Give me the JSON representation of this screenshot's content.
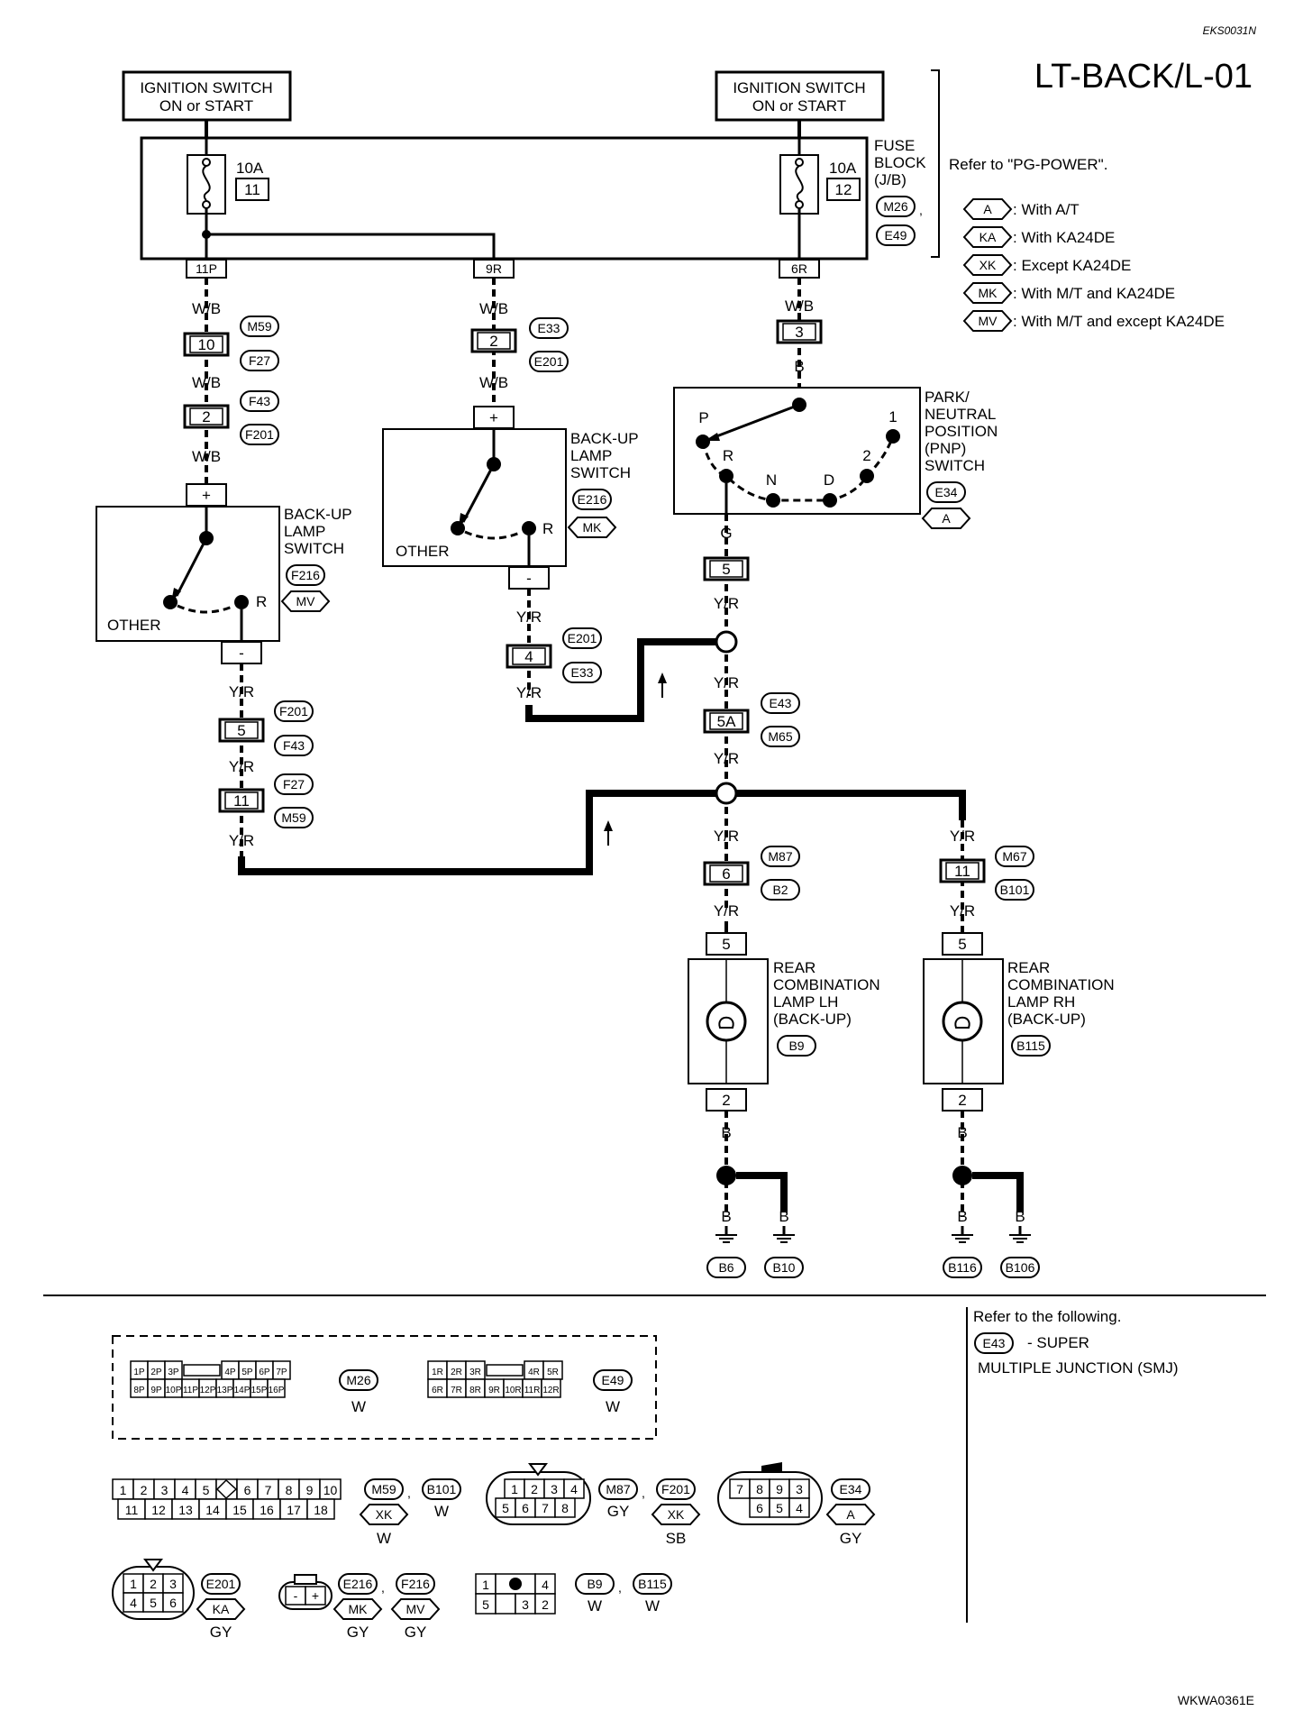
{
  "header": {
    "code": "EKS0031N",
    "title": "LT-BACK/L-01"
  },
  "footer": {
    "code": "WKWA0361E"
  },
  "power": {
    "left": {
      "line1": "IGNITION SWITCH",
      "line2": "ON or START"
    },
    "right": {
      "line1": "IGNITION SWITCH",
      "line2": "ON or START"
    },
    "refer": "Refer to \"PG-POWER\"."
  },
  "fuse_block": {
    "label": [
      "FUSE",
      "BLOCK",
      "(J/B)"
    ],
    "connectors": [
      "M26",
      "E49"
    ],
    "comma": ",",
    "fuses": [
      {
        "amp": "10A",
        "num": "11"
      },
      {
        "amp": "10A",
        "num": "12"
      }
    ],
    "pins": [
      "11P",
      "9R",
      "6R"
    ]
  },
  "legend": [
    {
      "code": "A",
      "text": ": With A/T"
    },
    {
      "code": "KA",
      "text": ": With KA24DE"
    },
    {
      "code": "XK",
      "text": ": Except KA24DE"
    },
    {
      "code": "MK",
      "text": ": With M/T and KA24DE"
    },
    {
      "code": "MV",
      "text": ": With M/T and except KA24DE"
    }
  ],
  "wires": {
    "wb": "W/B",
    "b": "B",
    "g": "G",
    "yr": "Y/R"
  },
  "connectors": {
    "c_10": {
      "pin": "10",
      "top": "M59",
      "bottom": "F27"
    },
    "c_2a": {
      "pin": "2",
      "top": "F43",
      "bottom": "F201"
    },
    "c_2b": {
      "pin": "2",
      "top": "E33",
      "bottom": "E201"
    },
    "c_3": {
      "pin": "3"
    },
    "c_5a": {
      "pin": "5"
    },
    "c_4": {
      "pin": "4",
      "top": "E201",
      "bottom": "E33"
    },
    "c_5b": {
      "pin": "5",
      "top": "F201",
      "bottom": "F43"
    },
    "c_11a": {
      "pin": "11",
      "top": "F27",
      "bottom": "M59"
    },
    "c_5A": {
      "pin": "5A",
      "top": "E43",
      "bottom": "M65"
    },
    "c_6": {
      "pin": "6",
      "top": "M87",
      "bottom": "B2"
    },
    "c_11b": {
      "pin": "11",
      "top": "M67",
      "bottom": "B101"
    },
    "c_5c": {
      "pin": "5"
    },
    "c_5d": {
      "pin": "5"
    },
    "c_2c": {
      "pin": "2"
    },
    "c_2d": {
      "pin": "2"
    }
  },
  "switch_left": {
    "label": [
      "BACK-UP",
      "LAMP",
      "SWITCH"
    ],
    "conn": "F216",
    "opt": "MV",
    "other": "OTHER",
    "r": "R",
    "plus": "+",
    "minus": "-"
  },
  "switch_mid": {
    "label": [
      "BACK-UP",
      "LAMP",
      "SWITCH"
    ],
    "conn": "E216",
    "opt": "MK",
    "other": "OTHER",
    "r": "R",
    "plus": "+",
    "minus": "-"
  },
  "pnp": {
    "label": [
      "PARK/",
      "NEUTRAL",
      "POSITION",
      "(PNP)",
      "SWITCH"
    ],
    "conn": "E34",
    "opt": "A",
    "pos": [
      "P",
      "R",
      "N",
      "D",
      "2",
      "1"
    ]
  },
  "lamp_lh": {
    "label": [
      "REAR",
      "COMBINATION",
      "LAMP LH",
      "(BACK-UP)"
    ],
    "conn": "B9"
  },
  "lamp_rh": {
    "label": [
      "REAR",
      "COMBINATION",
      "LAMP RH",
      "(BACK-UP)"
    ],
    "conn": "B115"
  },
  "grounds": [
    "B6",
    "B10",
    "B116",
    "B106"
  ],
  "refer_box": {
    "line1": "Refer to the following.",
    "code": "E43",
    "line2": "- SUPER",
    "line3": "MULTIPLE JUNCTION (SMJ)"
  },
  "connector_views": {
    "m26": {
      "row1": [
        "1P",
        "2P",
        "3P",
        "",
        "4P",
        "5P",
        "6P",
        "7P"
      ],
      "row2": [
        "8P",
        "9P",
        "10P",
        "11P",
        "12P",
        "13P",
        "14P",
        "15P",
        "16P"
      ],
      "conn": "M26",
      "color": "W"
    },
    "e49": {
      "row1": [
        "1R",
        "2R",
        "3R",
        "",
        "4R",
        "5R"
      ],
      "row2": [
        "6R",
        "7R",
        "8R",
        "9R",
        "10R",
        "11R",
        "12R"
      ],
      "conn": "E49",
      "color": "W"
    },
    "m59": {
      "row1": [
        "1",
        "2",
        "3",
        "4",
        "5",
        "",
        "6",
        "7",
        "8",
        "9",
        "10"
      ],
      "row2": [
        "11",
        "12",
        "13",
        "14",
        "15",
        "16",
        "17",
        "18"
      ],
      "conns": [
        "M59",
        "B101"
      ],
      "opt": "XK",
      "colors": [
        "W",
        "W"
      ]
    },
    "m87": {
      "row1": [
        "1",
        "2",
        "3",
        "4"
      ],
      "row2": [
        "5",
        "6",
        "7",
        "8"
      ],
      "conns": [
        "M87",
        "F201"
      ],
      "opt": "XK",
      "colors": [
        "GY",
        "SB"
      ]
    },
    "e34": {
      "row1": [
        "7",
        "8",
        "9",
        "3"
      ],
      "row2": [
        "6",
        "5",
        "4"
      ],
      "conn": "E34",
      "opt": "A",
      "color": "GY"
    },
    "e201": {
      "row1": [
        "1",
        "2",
        "3"
      ],
      "row2": [
        "4",
        "5",
        "6"
      ],
      "conn": "E201",
      "opt": "KA",
      "color": "GY"
    },
    "e216": {
      "pins": [
        "-",
        "+"
      ],
      "conns": [
        "E216",
        "F216"
      ],
      "opts": [
        "MK",
        "MV"
      ],
      "colors": [
        "GY",
        "GY"
      ]
    },
    "b9": {
      "row1": [
        "1",
        "",
        "4"
      ],
      "row2": [
        "5",
        "3",
        "2"
      ],
      "conns": [
        "B9",
        "B115"
      ],
      "colors": [
        "W",
        "W"
      ]
    }
  }
}
